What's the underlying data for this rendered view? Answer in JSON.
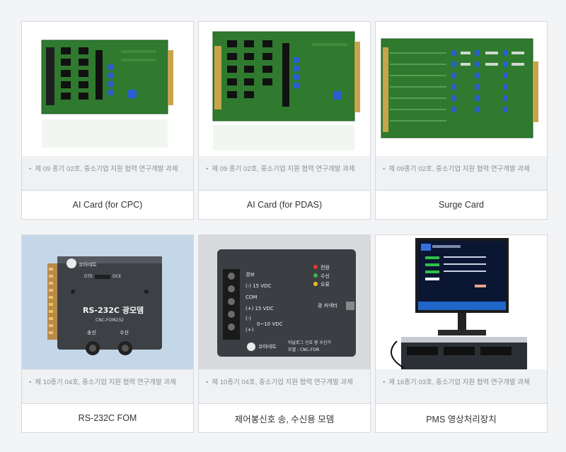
{
  "products": [
    {
      "note": "제 09 종기 02호, 중소기업 지원 협력 연구개발 과제",
      "title": "AI Card (for CPC)",
      "image": "pcb-board"
    },
    {
      "note": "제 09 종기 02호, 중소기업 지원 협력 연구개발 과제",
      "title": "AI Card (for PDAS)",
      "image": "pcb-board"
    },
    {
      "note": "제 09종기 02호, 중소기업 지원 협력 연구개발 과제",
      "title": "Surge Card",
      "image": "pcb-board"
    },
    {
      "note": "제 10종기 04호, 중소기업 지원 협력 연구개발 과제",
      "title": "RS-232C FOM",
      "image": "modem-device",
      "device": {
        "brand": "코아네트",
        "dte": "DTE",
        "dce": "DCE",
        "name": "RS-232C 광모뎀",
        "model": "CNC-FOM232",
        "tx": "송신",
        "rx": "수신"
      }
    },
    {
      "note": "제 10종기 04호, 중소기업 지원 협력 연구개발 과제",
      "title": "제어봉신호 송, 수신용 모뎀",
      "image": "receiver-device",
      "device": {
        "alarm": "경보",
        "v_minus": "(-) 15 VDC",
        "com": "COM",
        "v_plus": "(+) 15 VDC",
        "sig_minus": "(-)",
        "sig_plus": "(+)",
        "range": "0~10 VDC",
        "led_power": "전원",
        "led_rx": "수신",
        "led_err": "오류",
        "connector": "광 커넥터",
        "brand": "코아네트",
        "name": "아날로그 신호 광 수신기",
        "model": "모델 : CNC-FOR"
      }
    },
    {
      "note": "제 16종기 03호, 중소기업 지원 협력 연구개발 과제",
      "title": "PMS 영상처리장치",
      "image": "monitor-server"
    }
  ],
  "colors": {
    "pcb": "#2f7a2e",
    "pcb_dark": "#1f5a22",
    "gold": "#c8a54a",
    "device": "#3d4146",
    "screen": "#0b1633",
    "monitor_blue": "#1f66c9"
  }
}
